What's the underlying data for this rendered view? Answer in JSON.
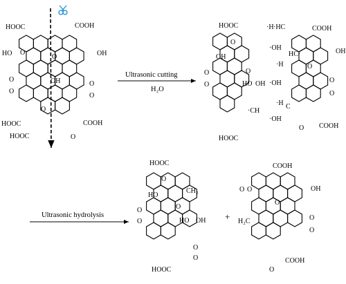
{
  "step1": {
    "condition_top": "Ultrasonic cutting",
    "condition_bottom": "H₂O"
  },
  "step2": {
    "condition": "Ultrasonic hydrolysis",
    "plus": "+"
  },
  "start_molecule": {
    "labels": [
      "HOOC",
      "COOH",
      "OH",
      "HO",
      "OH",
      "HOOC",
      "HOOC",
      "COOH"
    ]
  },
  "radicals": {
    "labels": [
      "·OH",
      "·H",
      "·OH",
      "·OH",
      "·H",
      "·H"
    ]
  },
  "fragment_left": {
    "labels": [
      "HOOC",
      "OH",
      "HO",
      "OH",
      "HOOC"
    ]
  },
  "fragment_right": {
    "labels": [
      "·HC",
      "COOH",
      "OH",
      "COOH"
    ]
  },
  "product_left": {
    "labels": [
      "HOOC",
      "CH₂",
      "HO",
      "HO",
      "OH",
      "HOOC"
    ]
  },
  "product_right": {
    "labels": [
      "COOH",
      "OH",
      "H₂C",
      "COOH"
    ]
  },
  "icons": {
    "scissors": "scissors-icon"
  }
}
